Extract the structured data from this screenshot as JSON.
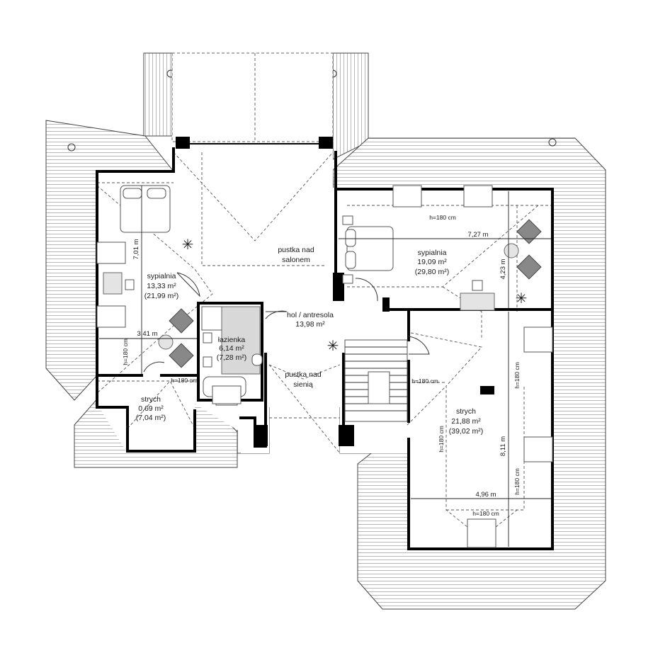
{
  "plan": {
    "rooms": {
      "void_living": {
        "name_line1": "pustka nad",
        "name_line2": "salonem"
      },
      "bedroom_left": {
        "name": "sypialnia",
        "area": "13,33 m²",
        "area_total": "(21,99 m²)"
      },
      "bathroom": {
        "name": "łazienka",
        "area": "6,14 m²",
        "area_total": "(7,28 m²)"
      },
      "hall": {
        "name": "hol / antresola",
        "area": "13,98 m²"
      },
      "void_hall": {
        "name_line1": "pustka nad",
        "name_line2": "sienią"
      },
      "attic_left": {
        "name": "strych",
        "area": "0,69 m²",
        "area_total": "(7,04 m²)"
      },
      "bedroom_right": {
        "name": "sypialnia",
        "area": "19,09 m²",
        "area_total": "(29,80 m²)"
      },
      "attic_right": {
        "name": "strych",
        "area": "21,88 m²",
        "area_total": "(39,02 m²)"
      }
    },
    "dimensions": {
      "left_bedroom_length": "7,01 m",
      "left_bedroom_width": "3,41 m",
      "right_bedroom_length": "7,27 m",
      "right_bedroom_width": "4,23 m",
      "attic_length": "8,11 m",
      "attic_width": "4,96 m"
    },
    "heights": {
      "h1": "h=180 cm",
      "h2": "h=180 cm",
      "h3": "h=180 cm",
      "h4": "h=180 cm",
      "h5": "h=180 cm",
      "h6": "h=180 cm",
      "h7": "h=180 cm",
      "h8": "h=180 cm"
    }
  }
}
